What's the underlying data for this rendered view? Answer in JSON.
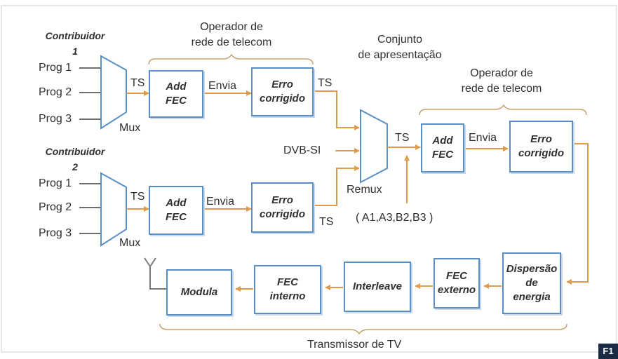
{
  "contributors": [
    {
      "title": "Contribuidor 1",
      "programs": [
        "Prog 1",
        "Prog 2",
        "Prog 3"
      ],
      "mux": "Mux",
      "ts": "TS"
    },
    {
      "title": "Contribuidor 2",
      "programs": [
        "Prog 1",
        "Prog 2",
        "Prog 3"
      ],
      "mux": "Mux",
      "ts": "TS"
    }
  ],
  "blocks": {
    "add_fec": "Add\nFEC",
    "erro_corrigido": "Erro\ncorrigido",
    "modula": "Modula",
    "fec_interno": "FEC\ninterno",
    "interleave": "Interleave",
    "fec_externo": "FEC\nexterno",
    "dispersao": "Dispersão\nde\nenergia"
  },
  "labels": {
    "envia": "Envia",
    "ts": "TS",
    "operador": "Operador de\nrede de telecom",
    "conjunto": "Conjunto\nde apresentação",
    "dvb_si": "DVB-SI",
    "remux": "Remux",
    "bst": "( A1,A3,B2,B3 )",
    "transmissor": "Transmissor de TV",
    "figure_tag": "F1"
  },
  "colors": {
    "box_border": "#5a8fc4",
    "arrow": "#e09a4a",
    "line": "#7a7a7a",
    "tag_bg": "#1b2b45"
  }
}
